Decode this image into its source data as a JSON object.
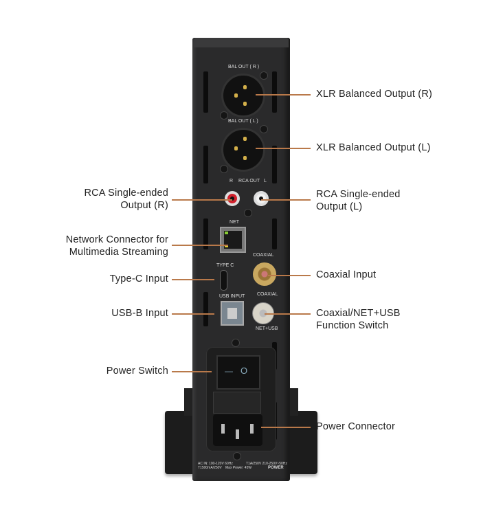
{
  "device_labels": {
    "bal_out_r": "BAL OUT ( R )",
    "bal_out_l": "BAL OUT ( L )",
    "rca_r": "R",
    "rca_out": "RCA OUT",
    "rca_l": "L",
    "net": "NET",
    "type_c": "TYPE C",
    "coaxial": "COAXIAL",
    "usb_input": "USB INPUT",
    "switch_coaxial": "COAXIAL",
    "switch_net_usb": "NET+USB",
    "power_switch_off": "—",
    "power_switch_on": "O",
    "spec_line1_left": "AC IN: 100-120V 60Hz",
    "spec_line2_left": "T1500mA/250V",
    "spec_max_power": "Max Power: 45W",
    "spec_line1_right": "T1A/250V 210-250V~50Hz",
    "spec_power": "POWER"
  },
  "callouts": {
    "xlr_r": "XLR Balanced Output (R)",
    "xlr_l": "XLR Balanced Output (L)",
    "rca_r_1": "RCA Single-ended",
    "rca_r_2": "Output (R)",
    "rca_l_1": "RCA Single-ended",
    "rca_l_2": "Output (L)",
    "network_1": "Network Connector for",
    "network_2": "Multimedia Streaming",
    "type_c": "Type-C Input",
    "coaxial": "Coaxial Input",
    "usb_b": "USB-B Input",
    "function_switch_1": "Coaxial/NET+USB",
    "function_switch_2": "Function Switch",
    "power_switch": "Power Switch",
    "power_connector": "Power Connector"
  },
  "colors": {
    "leader_line": "#b9794a",
    "device": "#2a2a2b"
  }
}
